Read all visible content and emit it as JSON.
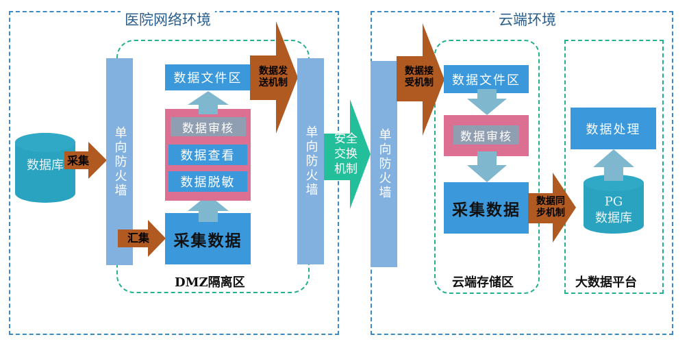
{
  "zones": {
    "hospital": {
      "title": "医院网络环境"
    },
    "cloud": {
      "title": "云端环境"
    },
    "dmz": {
      "title": "DMZ隔离区"
    },
    "cloud_storage": {
      "title": "云端存储区"
    },
    "bigdata": {
      "title": "大数据平台"
    }
  },
  "hospital": {
    "database": "数据库",
    "collect_arrow": "采集",
    "firewall_left": "单向防火墙",
    "aggregate_arrow": "汇集",
    "collected_data": "采集数据",
    "desensitize": "数据脱敏",
    "view": "数据查看",
    "audit": "数据审核",
    "file_zone": "数据文件区",
    "send_arrow": "数据发送机制",
    "firewall_right": "单向防火墙"
  },
  "exchange": {
    "label_line1": "安全",
    "label_line2": "交换",
    "label_line3": "机制"
  },
  "cloud": {
    "firewall": "单向防火墙",
    "receive_arrow": "数据接受机制",
    "file_zone": "数据文件区",
    "audit": "数据审核",
    "collected_data": "采集数据",
    "sync_arrow": "数据同步机制",
    "pg_db_line1": "PG",
    "pg_db_line2": "数据库",
    "processing": "数据处理"
  },
  "colors": {
    "outer_dash": "#3a8ac6",
    "inner_dash": "#22b08e",
    "firewall": "#82b1e0",
    "box_blue": "#3a98db",
    "pink": "#db7092",
    "gray": "#8f9eb0",
    "brown_arrow": "#b05a22",
    "light_arrow": "#7fb7cf",
    "teal_db": "#2aa3c0",
    "exchange": "#22bf9a"
  }
}
